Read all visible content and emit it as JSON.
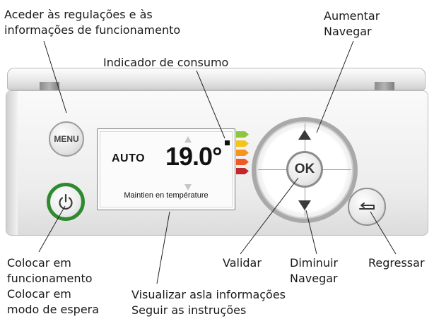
{
  "callouts": {
    "settings_line1": "Aceder às regulações e às",
    "settings_line2": "informações de funcionamento",
    "consumption": "Indicador de consumo",
    "increase_line1": "Aumentar",
    "increase_line2": "Navegar",
    "power_line1": "Colocar em",
    "power_line2": "funcionamento",
    "power_line3": "Colocar em",
    "power_line4": "modo  de espera",
    "validate": "Validar",
    "decrease_line1": "Diminuir",
    "decrease_line2": "Navegar",
    "back": "Regressar",
    "display_line1": "Visualizar asla  informações",
    "display_line2": "Seguir as instruções"
  },
  "device": {
    "menu_label": "MENU",
    "ok_label": "OK",
    "screen": {
      "mode": "AUTO",
      "temperature": "19.0°",
      "status": "Maintien en température"
    },
    "consumption_colors": [
      "#8dc63f",
      "#f7c31a",
      "#f7941d",
      "#f15a24",
      "#c1272d"
    ],
    "power_ring_color": "#2f8a2f"
  }
}
